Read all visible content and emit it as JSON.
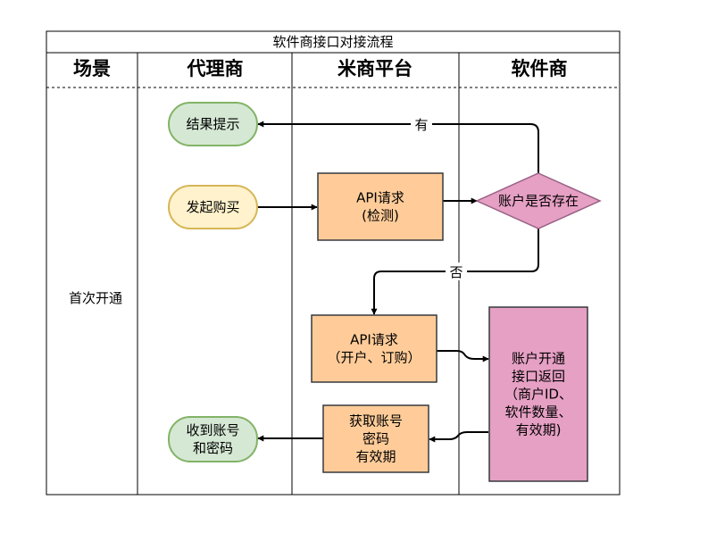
{
  "title": "软件商接口对接流程",
  "lanes": [
    "场景",
    "代理商",
    "米商平台",
    "软件商"
  ],
  "scene_label": "首次开通",
  "nodes": {
    "result_hint": [
      "结果提示"
    ],
    "start_purchase": [
      "发起购买"
    ],
    "api_check": [
      "API请求",
      "(检测)"
    ],
    "account_exists": [
      "账户是否存在"
    ],
    "api_open": [
      "API请求",
      "（开户、订购）"
    ],
    "account_return": [
      "账户开通",
      "接口返回",
      "（商户ID、",
      "软件数量、",
      "有效期)"
    ],
    "get_account": [
      "获取账号",
      "密码",
      "有效期"
    ],
    "receive_account": [
      "收到账号",
      "和密码"
    ]
  },
  "edge_labels": {
    "yes": "有",
    "no": "否"
  },
  "colors": {
    "green_fill": "#d5e8d4",
    "green_stroke": "#82b366",
    "yellow_fill": "#fff2cc",
    "yellow_stroke": "#d6b656",
    "orange_fill": "#ffcc99",
    "orange_stroke": "#36393d",
    "pink_fill": "#e6a0c4",
    "pink_stroke": "#996185"
  }
}
